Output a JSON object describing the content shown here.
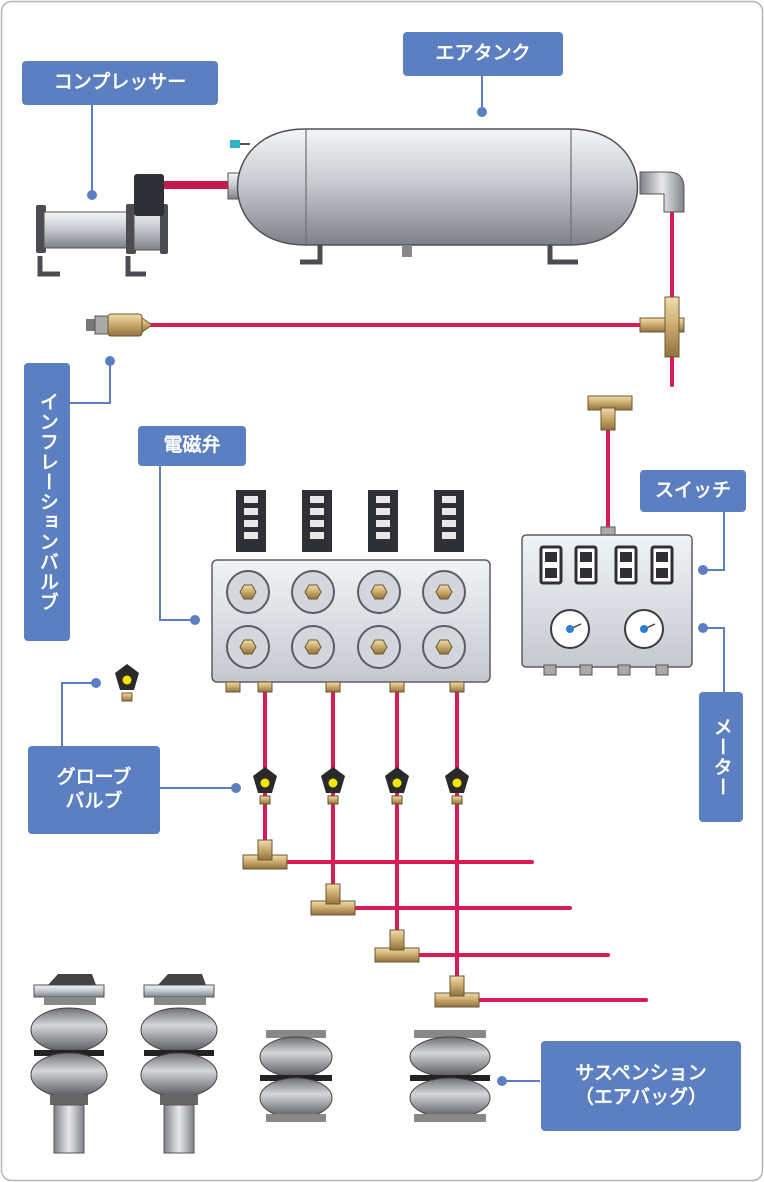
{
  "labels": {
    "compressor": "コンプレッサー",
    "air_tank": "エアタンク",
    "inflation_valve": "インフレーションバルブ",
    "solenoid_valve": "電磁弁",
    "switch": "スイッチ",
    "meter": "メーター",
    "globe_valve_line1": "グローブ",
    "globe_valve_line2": "バルブ",
    "suspension_line1": "サスペンション",
    "suspension_line2": "（エアバッグ）"
  },
  "colors": {
    "label_bg": "#5b7fc1",
    "air_line": "#d81b55",
    "leader": "#5b7fc1",
    "fitting": "#c9a86b",
    "panel": "#dde1e7",
    "globe_valve_knob": "#2a2a2a",
    "globe_valve_center": "#f5e500"
  },
  "icons": [
    "compressor-icon",
    "air-tank-icon",
    "inflation-valve-icon",
    "solenoid-valve-block-icon",
    "switch-meter-panel-icon",
    "globe-valve-icon",
    "air-suspension-icon",
    "air-bag-icon",
    "t-fitting-icon"
  ]
}
